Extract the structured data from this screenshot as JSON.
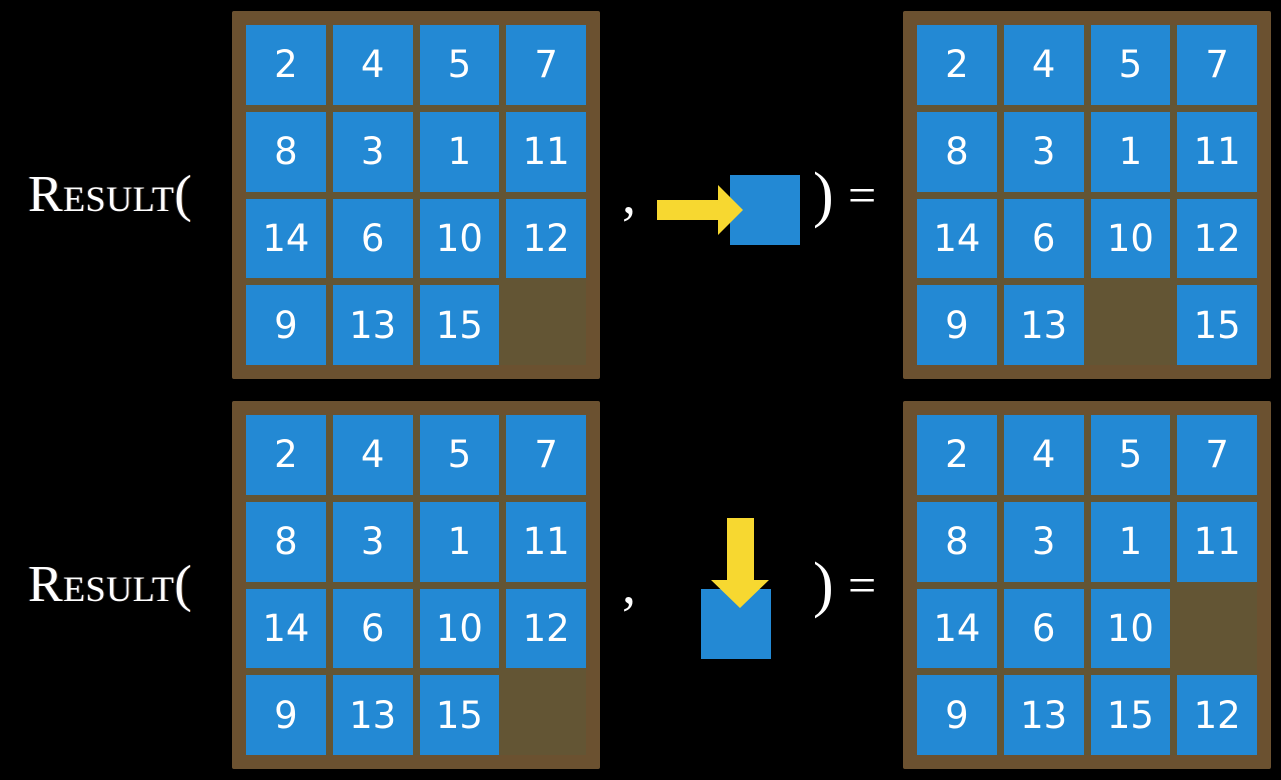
{
  "diagram": {
    "title": "RESULT function applied to 15-puzzle states",
    "background_color": "#000000",
    "tile_color": "#2389d4",
    "frame_color": "#6b5130",
    "board_background_color": "#635534",
    "arrow_color": "#f7d830",
    "text_color": "#ffffff"
  },
  "rows": [
    {
      "label": "Result(",
      "comma": ",",
      "close_paren": ")",
      "equals": "=",
      "action": {
        "name": "move-right",
        "arrow_direction": "right",
        "arrow_color": "#f7d830",
        "square_color": "#2389d4"
      },
      "input_board": {
        "name": "input-board-row-1",
        "rows": 4,
        "cols": 4,
        "cells": [
          [
            "2",
            "4",
            "5",
            "7"
          ],
          [
            "8",
            "3",
            "1",
            "11"
          ],
          [
            "14",
            "6",
            "10",
            "12"
          ],
          [
            "9",
            "13",
            "15",
            ""
          ]
        ],
        "blank_position": {
          "row": 4,
          "col": 4
        }
      },
      "output_board": {
        "name": "output-board-row-1",
        "rows": 4,
        "cols": 4,
        "cells": [
          [
            "2",
            "4",
            "5",
            "7"
          ],
          [
            "8",
            "3",
            "1",
            "11"
          ],
          [
            "14",
            "6",
            "10",
            "12"
          ],
          [
            "9",
            "13",
            "",
            "15"
          ]
        ],
        "blank_position": {
          "row": 4,
          "col": 3
        }
      }
    },
    {
      "label": "Result(",
      "comma": ",",
      "close_paren": ")",
      "equals": "=",
      "action": {
        "name": "move-down",
        "arrow_direction": "down",
        "arrow_color": "#f7d830",
        "square_color": "#2389d4"
      },
      "input_board": {
        "name": "input-board-row-2",
        "rows": 4,
        "cols": 4,
        "cells": [
          [
            "2",
            "4",
            "5",
            "7"
          ],
          [
            "8",
            "3",
            "1",
            "11"
          ],
          [
            "14",
            "6",
            "10",
            "12"
          ],
          [
            "9",
            "13",
            "15",
            ""
          ]
        ],
        "blank_position": {
          "row": 4,
          "col": 4
        }
      },
      "output_board": {
        "name": "output-board-row-2",
        "rows": 4,
        "cols": 4,
        "cells": [
          [
            "2",
            "4",
            "5",
            "7"
          ],
          [
            "8",
            "3",
            "1",
            "11"
          ],
          [
            "14",
            "6",
            "10",
            ""
          ],
          [
            "9",
            "13",
            "15",
            "12"
          ]
        ],
        "blank_position": {
          "row": 3,
          "col": 4
        }
      }
    }
  ]
}
